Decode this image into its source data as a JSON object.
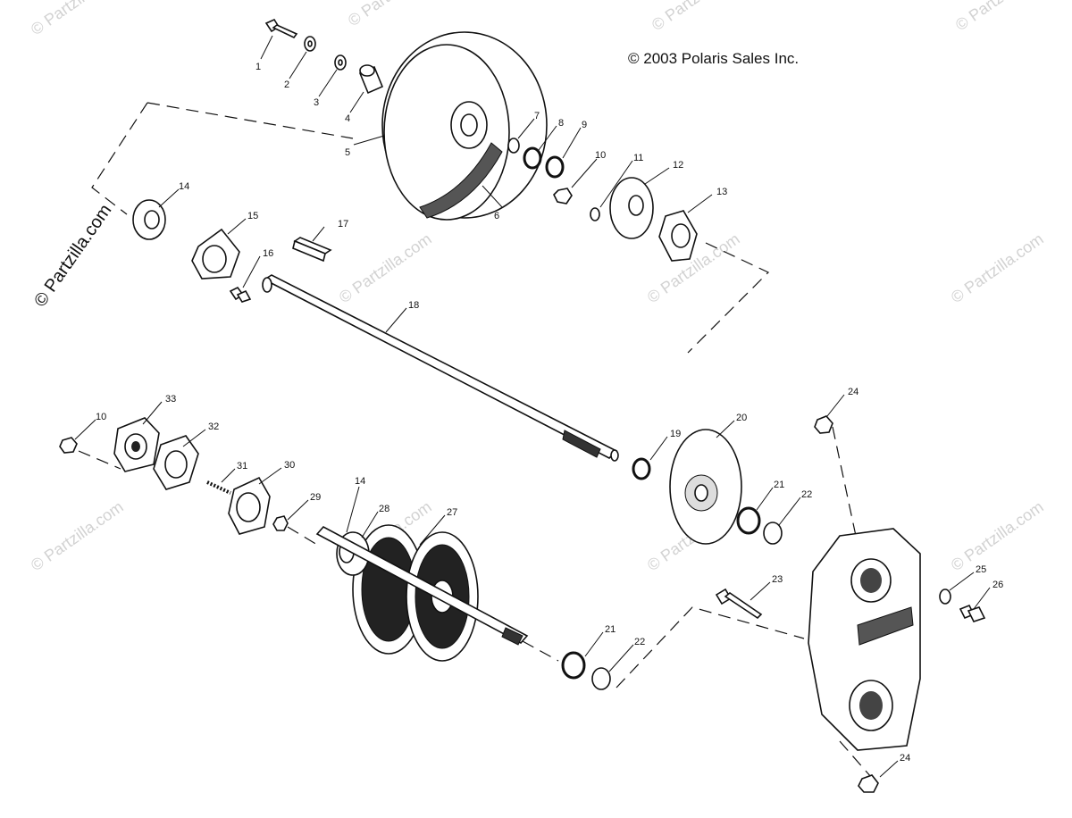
{
  "copyright": "© 2003 Polaris Sales Inc.",
  "watermark": "© Partzilla.com",
  "colors": {
    "ink": "#111111",
    "watermark": "#d2d2d2",
    "background": "#ffffff"
  },
  "callouts": {
    "c1": "1",
    "c2": "2",
    "c3": "3",
    "c4": "4",
    "c5": "5",
    "c6": "6",
    "c7": "7",
    "c8": "8",
    "c9": "9",
    "c10a": "10",
    "c11": "11",
    "c12": "12",
    "c13": "13",
    "c14a": "14",
    "c15": "15",
    "c16": "16",
    "c17": "17",
    "c18": "18",
    "c19": "19",
    "c20": "20",
    "c21a": "21",
    "c22a": "22",
    "c24a": "24",
    "c10b": "10",
    "c33": "33",
    "c32": "32",
    "c31": "31",
    "c30": "30",
    "c29": "29",
    "c14b": "14",
    "c28": "28",
    "c27": "27",
    "c23": "23",
    "c25": "25",
    "c26": "26",
    "c21b": "21",
    "c22b": "22",
    "c24b": "24"
  }
}
